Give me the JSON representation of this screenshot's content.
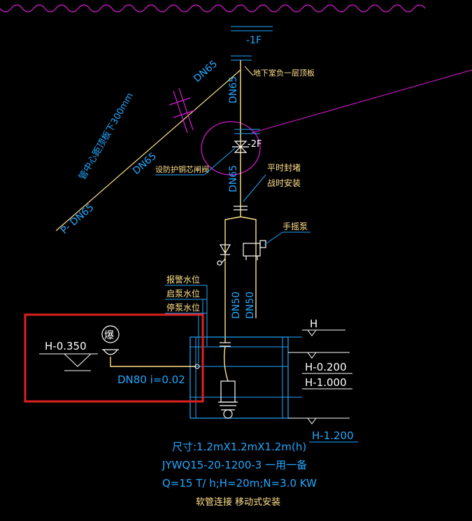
{
  "labels": {
    "floor_minus1": "-1F",
    "basement_roof": "地下室负一层顶板",
    "dn65_vertical_top": "DN65",
    "dn65_diag_top": "DN65",
    "pipe_center_note": "管中心距顶板下300mm",
    "dn65_diag_mid": "DN65",
    "p_dn65": "P- DN65",
    "floor_minus2": "-2F",
    "valve_label": "设防护铜芯闸阀",
    "dn65_vertical_mid": "DN65",
    "peace_seal_1": "平时封堵",
    "peace_seal_2": "战时安装",
    "hand_pump": "手摇泵",
    "alarm_level": "报警水位",
    "start_level": "启泵水位",
    "stop_level": "停泵水位",
    "dn50_a": "DN50",
    "dn50_b": "DN50",
    "h_top": "H",
    "h_left": "H-0.350",
    "explosion": "爆",
    "dn80_slope": "DN80  i=0.02",
    "h_0200": "H-0.200",
    "h_1000": "H-1.000",
    "h_1200": "H-1.200",
    "spec_size": "尺寸:1.2mX1.2mX1.2m(h)",
    "spec_model": "JYWQ15-20-1200-3  一用一备",
    "spec_flow": "Q=15 T/ h;H=20m;N=3.0 KW",
    "spec_install": "软管连接  移动式安装"
  },
  "colors": {
    "background": "#000000",
    "cyan": "#22a8ff",
    "yellow": "#ffe08a",
    "white": "#ffffff",
    "magenta": "#e01bd8",
    "red": "#e02020"
  }
}
